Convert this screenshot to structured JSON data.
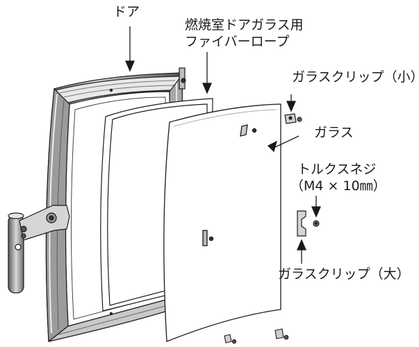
{
  "labels": {
    "door": "ドア",
    "fiber_rope": [
      "燃焼室ドアガラス用",
      "ファイバーロープ"
    ],
    "glass_clip_small": "ガラスクリップ（小）",
    "glass": "ガラス",
    "torx_screw": [
      "トルクスネジ",
      "（M4 × 10㎜）"
    ],
    "glass_clip_large": "ガラスクリップ（大）"
  },
  "colors": {
    "line": "#1a1a1a",
    "frame_dark": "#555555",
    "frame_mid": "#9a9a9a",
    "frame_light": "#d8d8d8",
    "glass_fill": "#ffffff"
  }
}
